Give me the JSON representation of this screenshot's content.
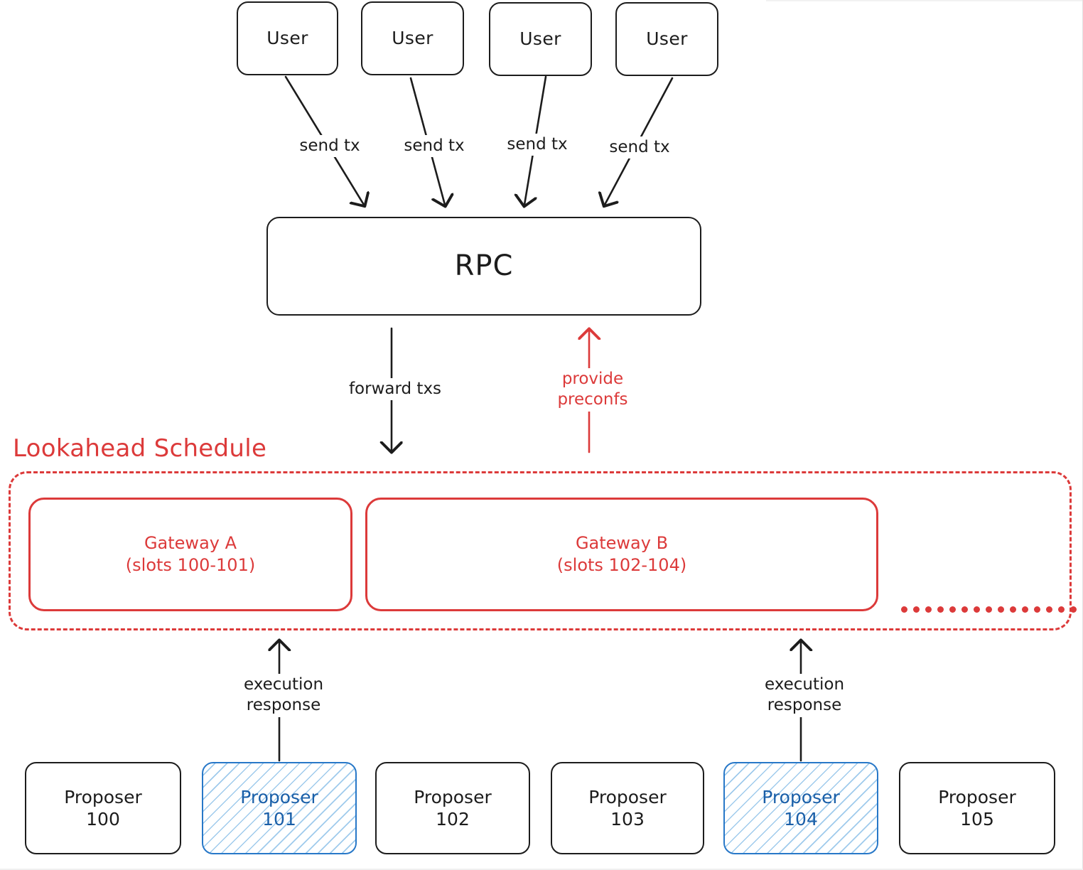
{
  "diagram": {
    "title_text": "Lookahead Schedule",
    "colors": {
      "ink": "#1c1c1c",
      "red": "#dc3a3a",
      "blue_border": "#2878c8",
      "blue_text": "#1a5fa8",
      "hatch_blue": "#64aae1",
      "background": "#ffffff"
    }
  },
  "users": [
    {
      "label": "User"
    },
    {
      "label": "User"
    },
    {
      "label": "User"
    },
    {
      "label": "User"
    }
  ],
  "send_tx_labels": [
    {
      "text": "send tx"
    },
    {
      "text": "send tx"
    },
    {
      "text": "send tx"
    },
    {
      "text": "send tx"
    }
  ],
  "rpc": {
    "label": "RPC"
  },
  "rpc_edges": {
    "forward": {
      "text": "forward txs"
    },
    "preconf": {
      "text": "provide\npreconfs"
    }
  },
  "lookahead": {
    "title": "Lookahead Schedule",
    "gateways": [
      {
        "name": "Gateway A",
        "slots": "(slots 100-101)"
      },
      {
        "name": "Gateway B",
        "slots": "(slots 102-104)"
      }
    ],
    "continuation": "···············"
  },
  "execution_edges": [
    {
      "text": "execution\nresponse"
    },
    {
      "text": "execution\nresponse"
    }
  ],
  "proposers": [
    {
      "name": "Proposer",
      "number": "100",
      "active": false
    },
    {
      "name": "Proposer",
      "number": "101",
      "active": true
    },
    {
      "name": "Proposer",
      "number": "102",
      "active": false
    },
    {
      "name": "Proposer",
      "number": "103",
      "active": false
    },
    {
      "name": "Proposer",
      "number": "104",
      "active": true
    },
    {
      "name": "Proposer",
      "number": "105",
      "active": false
    }
  ]
}
